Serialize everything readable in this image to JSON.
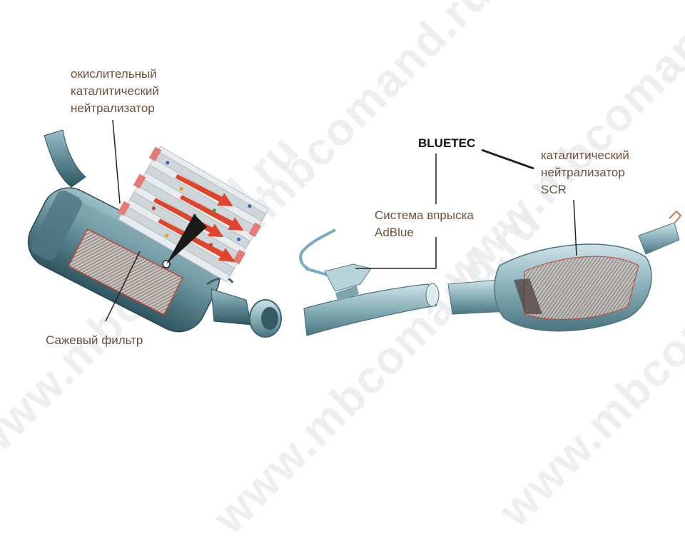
{
  "labels": {
    "oxidation_catalyst": [
      "окислительный",
      "каталитический",
      "нейтрализатор"
    ],
    "soot_filter": "Сажевый фильтр",
    "bluetec": "BLUETEC",
    "adblue_injection": [
      "Система впрыска",
      "AdBlue"
    ],
    "scr_catalyst": [
      "каталитический",
      "нейтрализатор",
      "SCR"
    ]
  },
  "watermark": "www.mbcomand.ru",
  "colors": {
    "label_text": "#6b5140",
    "bluetec_text": "#111111",
    "leader_line": "#222222",
    "component_steel": "#5f8a95",
    "component_light": "#a9c7cf",
    "flow_arrow": "#e0452b"
  }
}
